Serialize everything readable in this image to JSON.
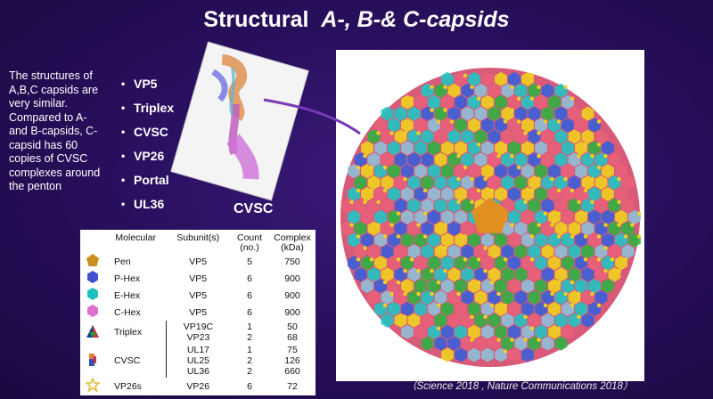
{
  "title": {
    "prefix": "Structural",
    "italic": "A-, B-& C-capsids"
  },
  "description": "The structures of A,B,C capsids are very similar. Compared to A- and B-capsids, C-capsid has 60 copies of CVSC complexes around the penton",
  "bullets": [
    "VP5",
    "Triplex",
    "CVSC",
    "VP26",
    "Portal",
    "UL36"
  ],
  "cvsc_label": "CVSC",
  "table": {
    "headers": [
      "Molecular",
      "Subunit(s)",
      "Count (no.)",
      "Complex (kDa)"
    ],
    "rows": [
      {
        "icon": "pentagon-icon",
        "color": "#c89020",
        "name": "Pen",
        "subunits": [
          "VP5"
        ],
        "counts": [
          "5"
        ],
        "complex": [
          "750"
        ]
      },
      {
        "icon": "hexagon-icon",
        "color": "#4050d0",
        "name": "P-Hex",
        "subunits": [
          "VP5"
        ],
        "counts": [
          "6"
        ],
        "complex": [
          "900"
        ]
      },
      {
        "icon": "hexagon-icon",
        "color": "#20c0c0",
        "name": "E-Hex",
        "subunits": [
          "VP5"
        ],
        "counts": [
          "6"
        ],
        "complex": [
          "900"
        ]
      },
      {
        "icon": "hexagon-icon",
        "color": "#e070d0",
        "name": "C-Hex",
        "subunits": [
          "VP5"
        ],
        "counts": [
          "6"
        ],
        "complex": [
          "900"
        ]
      },
      {
        "icon": "triangle-icon",
        "color": "#d03030",
        "name": "Triplex",
        "subunits": [
          "VP19C",
          "VP23"
        ],
        "counts": [
          "1",
          "2"
        ],
        "complex": [
          "50",
          "68"
        ]
      },
      {
        "icon": "cvsc-icon",
        "color": "#e08030",
        "name": "CVSC",
        "subunits": [
          "UL17",
          "UL25",
          "UL36"
        ],
        "counts": [
          "1",
          "2",
          "2"
        ],
        "complex": [
          "75",
          "126",
          "660"
        ]
      },
      {
        "icon": "star-icon",
        "color": "#e0c040",
        "name": "VP26s",
        "subunits": [
          "VP26"
        ],
        "counts": [
          "6"
        ],
        "complex": [
          "72"
        ]
      }
    ]
  },
  "citation": "（Science 2018 , Nature Communications 2018）",
  "capsid_colors": [
    "#e8607a",
    "#3a5fd8",
    "#22c4c4",
    "#f0d020",
    "#30b040",
    "#8fbfd8",
    "#b040c0",
    "#e09020"
  ]
}
